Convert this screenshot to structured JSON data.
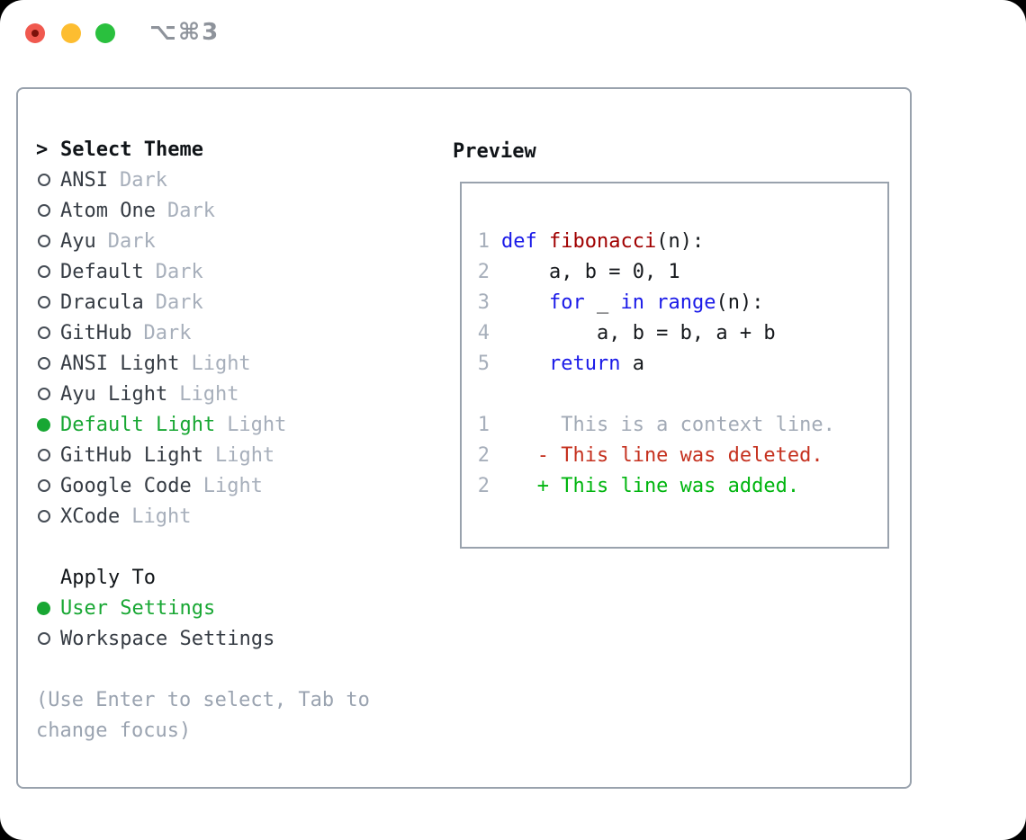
{
  "titlebar": {
    "shortcut": "⌥⌘3"
  },
  "colors": {
    "accent_green": "#18a733",
    "diff_added_green": "#00b50f",
    "diff_deleted_red": "#c5311f",
    "keyword_blue": "#1a1ae8",
    "function_name_red": "#a00000",
    "muted_gray": "#a7afbb",
    "help_gray": "#9aa3b0",
    "border_gray": "#99a2ad",
    "text_dark": "#16191d",
    "traffic_red": "#f0594f",
    "traffic_yellow": "#fdbd30",
    "traffic_green": "#2ac03e"
  },
  "theme_picker": {
    "cursor": ">",
    "header": "Select Theme",
    "items": [
      {
        "name": "ANSI",
        "variant": "Dark",
        "selected": false
      },
      {
        "name": "Atom One",
        "variant": "Dark",
        "selected": false
      },
      {
        "name": "Ayu",
        "variant": "Dark",
        "selected": false
      },
      {
        "name": "Default",
        "variant": "Dark",
        "selected": false
      },
      {
        "name": "Dracula",
        "variant": "Dark",
        "selected": false
      },
      {
        "name": "GitHub",
        "variant": "Dark",
        "selected": false
      },
      {
        "name": "ANSI Light",
        "variant": "Light",
        "selected": false
      },
      {
        "name": "Ayu Light",
        "variant": "Light",
        "selected": false
      },
      {
        "name": "Default Light",
        "variant": "Light",
        "selected": true
      },
      {
        "name": "GitHub Light",
        "variant": "Light",
        "selected": false
      },
      {
        "name": "Google Code",
        "variant": "Light",
        "selected": false
      },
      {
        "name": "XCode",
        "variant": "Light",
        "selected": false
      }
    ]
  },
  "apply_to": {
    "header": "Apply To",
    "options": [
      {
        "label": "User Settings",
        "selected": true
      },
      {
        "label": "Workspace Settings",
        "selected": false
      }
    ]
  },
  "help": {
    "line1": "(Use Enter to select, Tab to",
    "line2": "change focus)"
  },
  "preview": {
    "title": "Preview",
    "code_lines": [
      {
        "num": "1",
        "tokens": [
          {
            "t": "def",
            "c": "kw"
          },
          {
            "t": " ",
            "c": "plain"
          },
          {
            "t": "fibonacci",
            "c": "fn"
          },
          {
            "t": "(n):",
            "c": "plain"
          }
        ]
      },
      {
        "num": "2",
        "tokens": [
          {
            "t": "    a, b = 0, 1",
            "c": "plain"
          }
        ]
      },
      {
        "num": "3",
        "tokens": [
          {
            "t": "    ",
            "c": "plain"
          },
          {
            "t": "for",
            "c": "kw"
          },
          {
            "t": " _ ",
            "c": "plain"
          },
          {
            "t": "in",
            "c": "kw"
          },
          {
            "t": " ",
            "c": "plain"
          },
          {
            "t": "range",
            "c": "kw"
          },
          {
            "t": "(n):",
            "c": "plain"
          }
        ]
      },
      {
        "num": "4",
        "tokens": [
          {
            "t": "        a, b = b, a + b",
            "c": "plain"
          }
        ]
      },
      {
        "num": "5",
        "tokens": [
          {
            "t": "    ",
            "c": "plain"
          },
          {
            "t": "return",
            "c": "kw"
          },
          {
            "t": " a",
            "c": "plain"
          }
        ]
      },
      {
        "num": "",
        "tokens": []
      },
      {
        "num": "1",
        "tokens": [
          {
            "t": "     This is a context line.",
            "c": "ctx"
          }
        ]
      },
      {
        "num": "2",
        "tokens": [
          {
            "t": "   - This line was deleted.",
            "c": "del"
          }
        ]
      },
      {
        "num": "2",
        "tokens": [
          {
            "t": "   + This line was added.",
            "c": "add"
          }
        ]
      }
    ]
  }
}
